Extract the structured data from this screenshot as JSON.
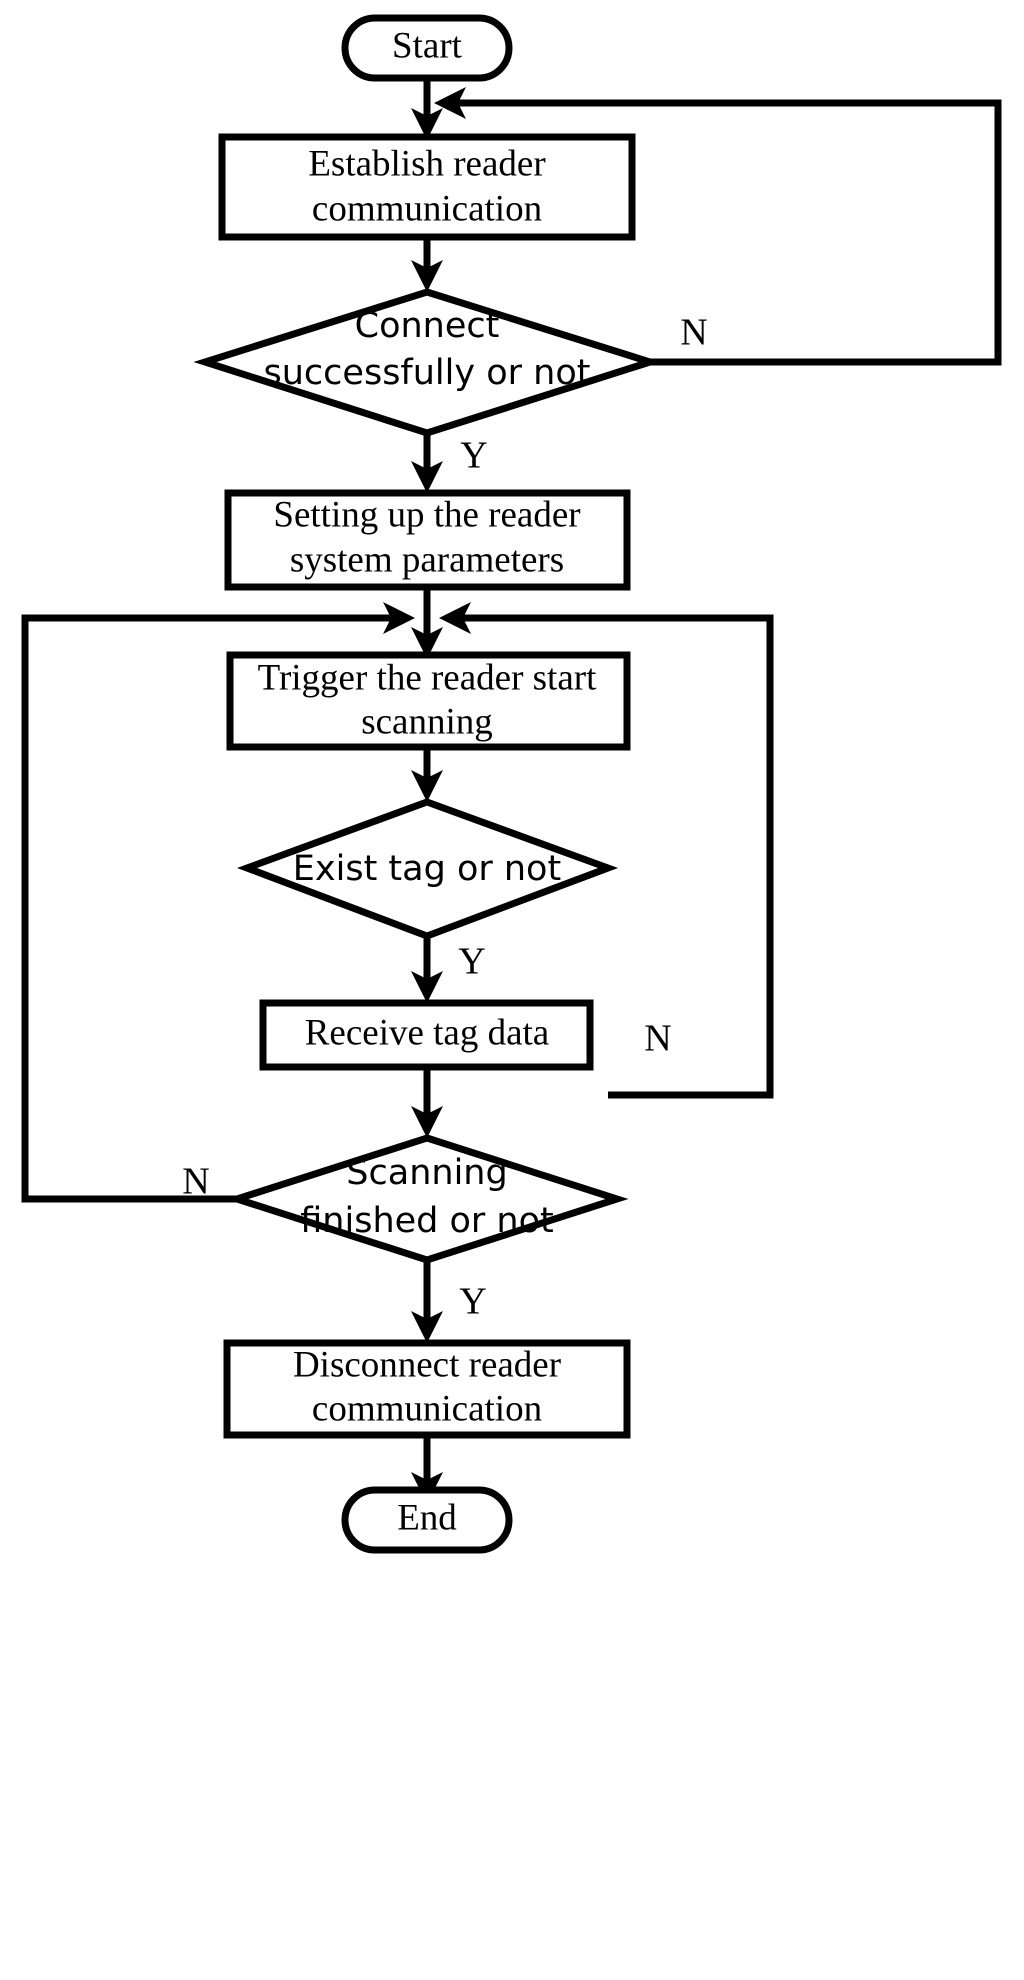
{
  "diagram": {
    "type": "flowchart",
    "title": "RFID reader scanning process flowchart",
    "orientation": "top-to-bottom",
    "background_color": "#ffffff",
    "line_color": "#000000",
    "fill_color": "#ffffff",
    "nodes": [
      {
        "id": "start",
        "shape": "terminator",
        "label": "Start"
      },
      {
        "id": "establish",
        "shape": "process",
        "label_line1": "Establish reader",
        "label_line2": "communication"
      },
      {
        "id": "connect_dec",
        "shape": "decision",
        "label_line1": "Connect",
        "label_line2": "successfully or not"
      },
      {
        "id": "setup",
        "shape": "process",
        "label_line1": "Setting up the reader",
        "label_line2": "system parameters"
      },
      {
        "id": "trigger",
        "shape": "process",
        "label_line1": "Trigger the reader start",
        "label_line2": "scanning"
      },
      {
        "id": "exist_dec",
        "shape": "decision",
        "label_line1": "Exist tag or not",
        "label_line2": ""
      },
      {
        "id": "receive",
        "shape": "process",
        "label_line1": "Receive tag data",
        "label_line2": ""
      },
      {
        "id": "finished_dec",
        "shape": "decision",
        "label_line1": "Scanning",
        "label_line2": "finished or not"
      },
      {
        "id": "disconnect",
        "shape": "process",
        "label_line1": "Disconnect reader",
        "label_line2": "communication"
      },
      {
        "id": "end",
        "shape": "terminator",
        "label": "End"
      }
    ],
    "branch_labels": {
      "connect_no": "N",
      "connect_yes": "Y",
      "exist_no": "N",
      "exist_yes": "Y",
      "finished_no": "N",
      "finished_yes": "Y"
    },
    "edges": [
      {
        "from": "start",
        "to": "establish",
        "label": ""
      },
      {
        "from": "establish",
        "to": "connect_dec",
        "label": ""
      },
      {
        "from": "connect_dec",
        "to": "establish",
        "label": "N",
        "route": "right-up-left (retry connection)"
      },
      {
        "from": "connect_dec",
        "to": "setup",
        "label": "Y"
      },
      {
        "from": "setup",
        "to": "trigger",
        "label": ""
      },
      {
        "from": "trigger",
        "to": "exist_dec",
        "label": ""
      },
      {
        "from": "exist_dec",
        "to": "trigger",
        "label": "N",
        "route": "right-up-left (rescan)"
      },
      {
        "from": "exist_dec",
        "to": "receive",
        "label": "Y"
      },
      {
        "from": "receive",
        "to": "finished_dec",
        "label": ""
      },
      {
        "from": "finished_dec",
        "to": "trigger",
        "label": "N",
        "route": "left-up-right (continue scanning)"
      },
      {
        "from": "finished_dec",
        "to": "disconnect",
        "label": "Y"
      },
      {
        "from": "disconnect",
        "to": "end",
        "label": ""
      }
    ]
  }
}
